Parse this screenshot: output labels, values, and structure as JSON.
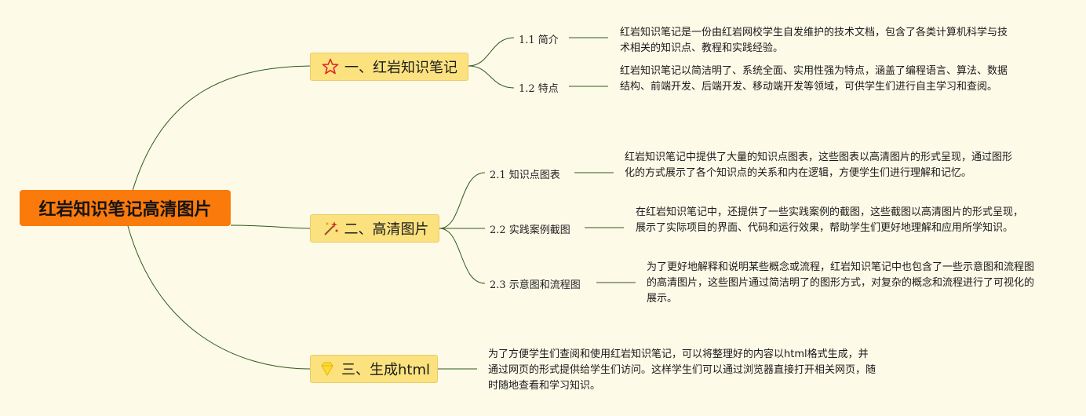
{
  "root": {
    "title": "红岩知识笔记高清图片"
  },
  "topics": [
    {
      "label": "一、红岩知识笔记",
      "icon": "star-outline-icon",
      "subs": [
        {
          "label": "1.1 简介",
          "note": "红岩知识笔记是一份由红岩网校学生自发维护的技术文档，包含了各类计算机科学与技术相关的知识点、教程和实践经验。"
        },
        {
          "label": "1.2 特点",
          "note": "红岩知识笔记以简洁明了、系统全面、实用性强为特点，涵盖了编程语言、算法、数据结构、前端开发、后端开发、移动端开发等领域，可供学生们进行自主学习和查阅。"
        }
      ]
    },
    {
      "label": "二、高清图片",
      "icon": "sparkle-wand-icon",
      "subs": [
        {
          "label": "2.1 知识点图表",
          "note": "红岩知识笔记中提供了大量的知识点图表，这些图表以高清图片的形式呈现，通过图形化的方式展示了各个知识点的关系和内在逻辑，方便学生们进行理解和记忆。"
        },
        {
          "label": "2.2 实践案例截图",
          "note": "在红岩知识笔记中，还提供了一些实践案例的截图，这些截图以高清图片的形式呈现，展示了实际项目的界面、代码和运行效果，帮助学生们更好地理解和应用所学知识。"
        },
        {
          "label": "2.3 示意图和流程图",
          "note": "为了更好地解释和说明某些概念或流程，红岩知识笔记中也包含了一些示意图和流程图的高清图片，这些图片通过简洁明了的图形方式，对复杂的概念和流程进行了可视化的展示。"
        }
      ]
    },
    {
      "label": "三、生成html",
      "icon": "gem-icon",
      "note": "为了方便学生们查阅和使用红岩知识笔记，可以将整理好的内容以html格式生成，并通过网页的形式提供给学生们访问。这样学生们可以通过浏览器直接打开相关网页，随时随地查看和学习知识。"
    }
  ],
  "colors": {
    "line": "#2e5a1c",
    "root_bg": "#fb7a0c",
    "topic_bg": "#fbe27f",
    "background": "#fefae8"
  }
}
